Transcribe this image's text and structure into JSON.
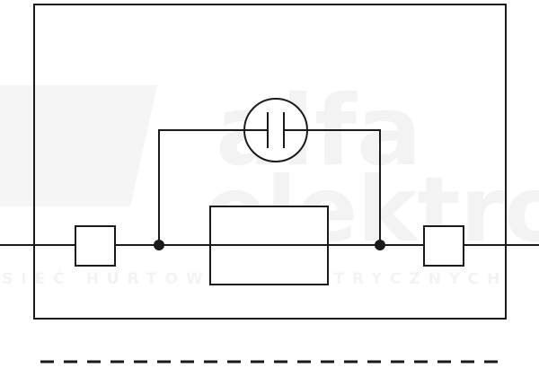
{
  "watermark": {
    "brand_top": "alfa",
    "brand_bottom": "elektro",
    "tagline": "SIEĆ HURTOWNI ELEKTRYCZNYCH"
  },
  "diagram": {
    "stroke_color": "#1a1a1a",
    "watermark_color": "#f3f3f3",
    "symbols": [
      "terminal-left-icon",
      "fuse-icon",
      "indicator-lamp-icon",
      "terminal-right-icon",
      "junction-dot-icon"
    ],
    "footer_line_style": "dashed"
  }
}
